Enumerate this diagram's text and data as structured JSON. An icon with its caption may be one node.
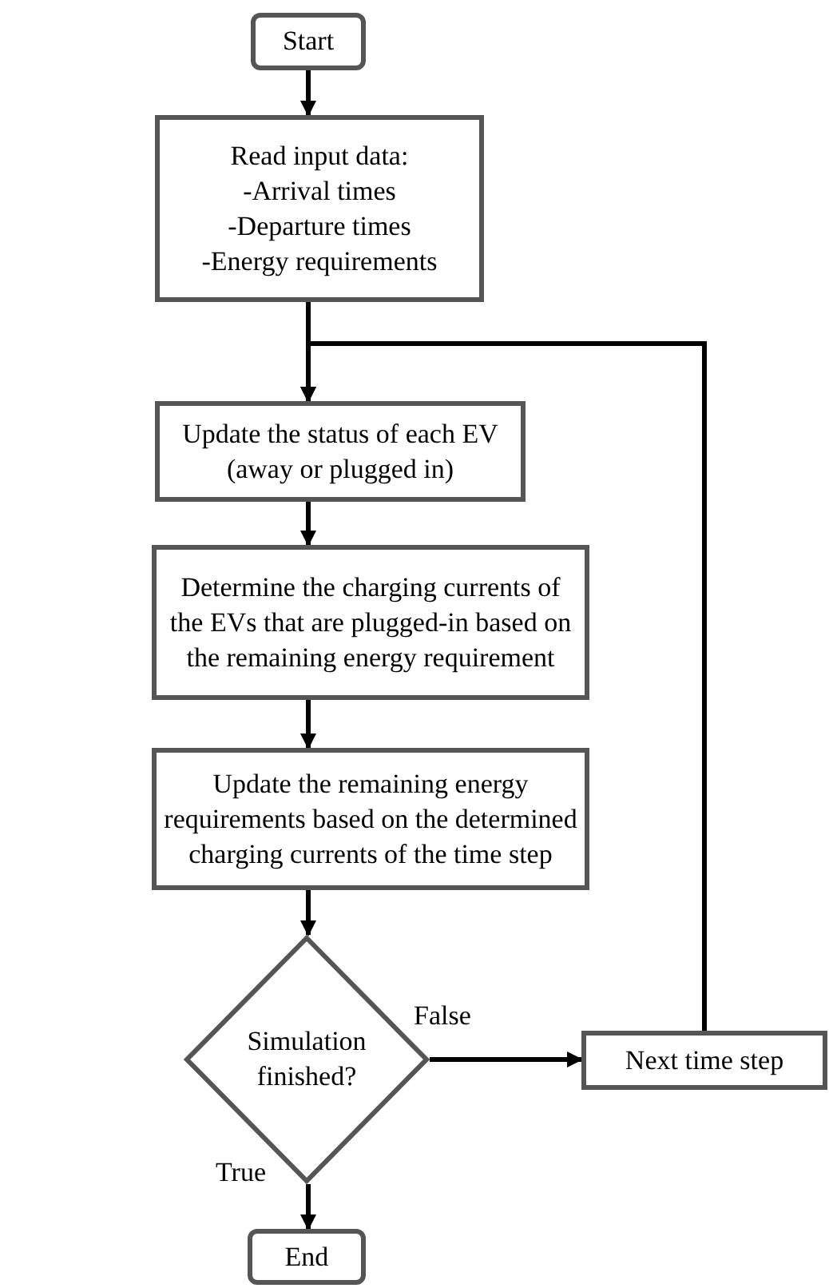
{
  "diagram": {
    "nodes": [
      {
        "text": [
          "Start"
        ]
      },
      {
        "text": [
          "Read input data:",
          "-Arrival times",
          "-Departure times",
          "-Energy requirements"
        ]
      },
      {
        "text": [
          "Update the status of each EV (away or plugged in)"
        ]
      },
      {
        "text": [
          "Determine the charging currents of the EVs that are plugged-in based on the remaining energy requirement"
        ]
      },
      {
        "text": [
          "Update the remaining energy requirements based on the determined charging currents of the time step"
        ]
      },
      {
        "text": [
          "Simulation finished?"
        ]
      },
      {
        "text": [
          "Next time step"
        ]
      },
      {
        "text": [
          "End"
        ]
      }
    ],
    "edges": [
      {
        "from": 0,
        "to": 1,
        "arrow": "to"
      },
      {
        "from": 1,
        "to": 2,
        "arrow": "to"
      },
      {
        "from": 2,
        "to": 3,
        "arrow": "to"
      },
      {
        "from": 3,
        "to": 4,
        "arrow": "to"
      },
      {
        "from": 4,
        "to": 5,
        "arrow": "to"
      },
      {
        "from": 5,
        "to": 6,
        "label": "False",
        "arrow": "to"
      },
      {
        "from": 5,
        "to": 7,
        "label": "True",
        "arrow": "to"
      },
      {
        "from": 6,
        "to": 2,
        "arrow": "to"
      }
    ]
  }
}
